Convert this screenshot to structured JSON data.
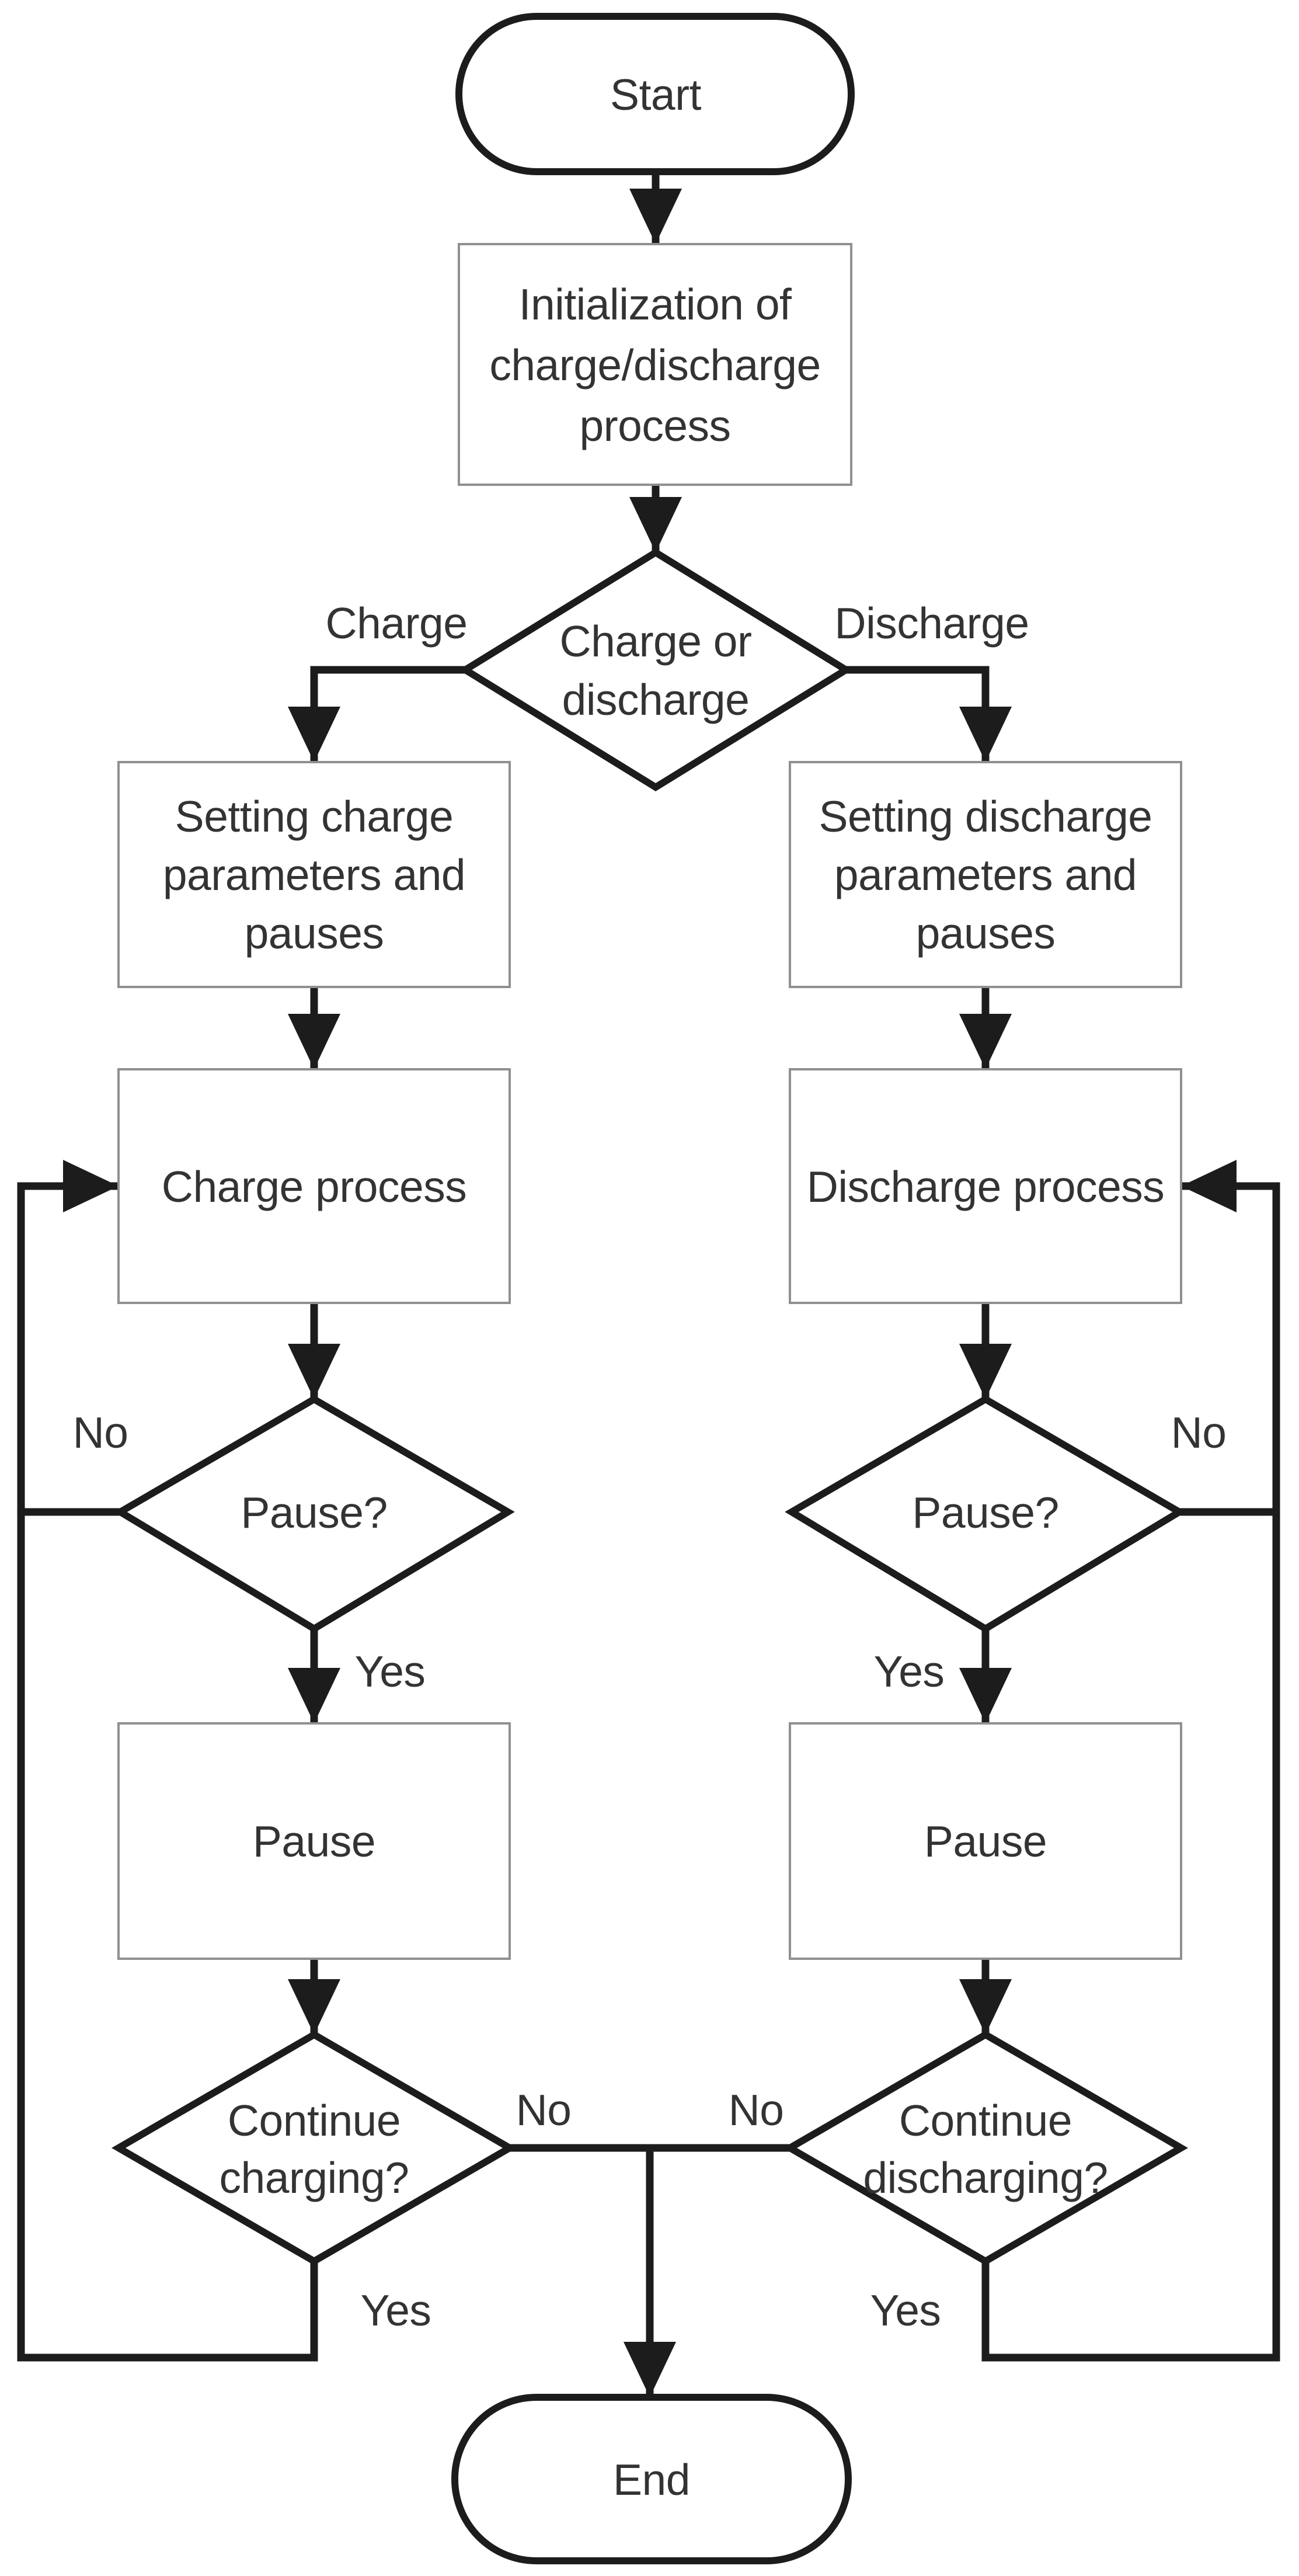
{
  "figure": {
    "type": "flowchart",
    "background_color": "#ffffff",
    "connector_color": "#1c1c1c",
    "process_border_color": "#909090",
    "text_color": "#333333"
  },
  "flowchart": {
    "nodes": {
      "start": {
        "type": "terminator",
        "label": "Start"
      },
      "init": {
        "type": "process",
        "lines": [
          "Initialization of",
          "charge/discharge",
          "process"
        ]
      },
      "mode": {
        "type": "decision",
        "lines": [
          "Charge or",
          "discharge"
        ]
      },
      "setting_charge": {
        "type": "process",
        "lines": [
          "Setting charge",
          "parameters and",
          "pauses"
        ]
      },
      "setting_discharge": {
        "type": "process",
        "lines": [
          "Setting discharge",
          "parameters and",
          "pauses"
        ]
      },
      "charge_process": {
        "type": "process",
        "label": "Charge process"
      },
      "discharge_process": {
        "type": "process",
        "label": "Discharge process"
      },
      "pause_check": {
        "type": "decision",
        "label": "Pause?"
      },
      "pause": {
        "type": "process",
        "label": "Pause"
      },
      "continue_charging": {
        "type": "decision",
        "lines": [
          "Continue",
          "charging?"
        ]
      },
      "continue_discharging": {
        "type": "decision",
        "lines": [
          "Continue",
          "discharging?"
        ]
      },
      "end": {
        "type": "terminator",
        "label": "End"
      }
    },
    "edge_labels": {
      "charge": "Charge",
      "discharge": "Discharge",
      "yes": "Yes",
      "no": "No"
    }
  }
}
